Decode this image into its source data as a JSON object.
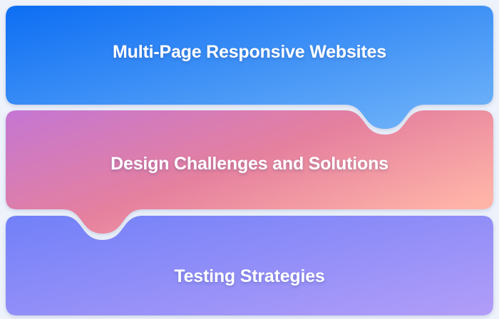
{
  "page": {
    "background_color": "#edf2fb",
    "text_color": "#ffffff"
  },
  "banners": [
    {
      "label": "Multi-Page Responsive Websites",
      "gradient": {
        "from": "#0d6ef3",
        "to": "#74b6f9"
      }
    },
    {
      "label": "Design Challenges and Solutions",
      "gradient": {
        "from": "#c476d3",
        "mid": "#e5809e",
        "to": "#ffb4a8"
      }
    },
    {
      "label": "Testing Strategies",
      "gradient": {
        "from": "#7180f8",
        "to": "#b29df8"
      }
    }
  ]
}
